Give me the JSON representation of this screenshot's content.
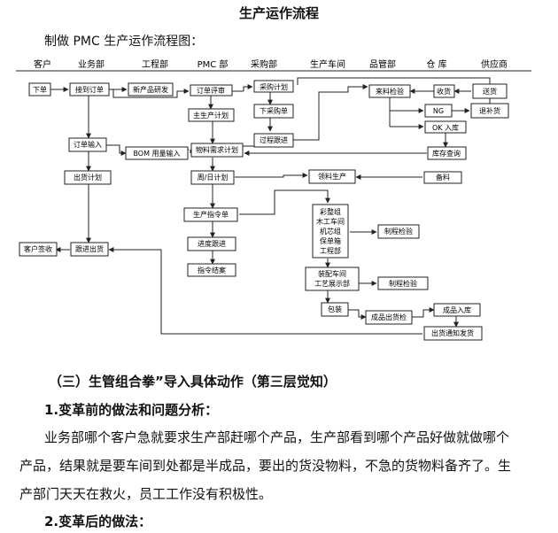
{
  "doc": {
    "title": "生产运作流程",
    "intro": "制做 PMC 生产运作流程图：",
    "section3": "（三）生管组合拳”导入具体动作（第三层觉知）",
    "sub1": "1.变革前的做法和问题分析：",
    "para1": "业务部哪个客户急就要求生产部赶哪个产品，生产部看到哪个产品好做就做哪个产品，结果就是要车间到处都是半成品，要出的货没物料，不急的货物料备齐了。生产部门天天在救火，员工工作没有积极性。",
    "sub2": "2.变革后的做法："
  },
  "flow": {
    "lanes": [
      "客户",
      "业务部",
      "工程部",
      "PMC 部",
      "采购部",
      "生产车间",
      "品管部",
      "仓 库",
      "供应商"
    ],
    "nodes": {
      "xiadan": "下单",
      "jiedan": "接到订单",
      "xinchanpin": "新产品研发",
      "dingdanpingshen": "订单评审",
      "caigoujihua": "采购计划",
      "laoliaojianyan": "来料检验",
      "shouhuo": "收货",
      "songhuo": "送货",
      "zhushengchanjihua": "主生产计划",
      "xiacaigoudan": "下采购单",
      "ng": "NG",
      "tuibuhuo": "退补货",
      "okruku": "OK 入库",
      "dingdanshuru": "订单输入",
      "bom": "BOM 用量输入",
      "wuliaoxuqiu": "物料需求计划",
      "guochengdagen": "过程跟进",
      "kucunchaxun": "库存查询",
      "chuhuojihua": "出货计划",
      "zhouri": "周/日计划",
      "lingliaoshengchan": "领料生产",
      "beiliao": "备料",
      "shengchanzhiling": "生产指令单",
      "lines": "彩整组 木工车间 机芯组 保单箱 工程部",
      "zhichengjianyan1": "制程检验",
      "kehuqianshou": "客户签收",
      "gengjinchuhuo": "跟进出货",
      "jindugengjin": "进度跟进",
      "zhilingjiean": "指令结案",
      "zhuangpei": "装配车间 工艺展示部",
      "zhichengjianyan2": "制程检验",
      "baozhuang": "包装",
      "chengpinchuhuojian": "成品出货检",
      "chengpinruku": "成品入库",
      "chuhuotongzhi": "出货通知发货"
    }
  }
}
